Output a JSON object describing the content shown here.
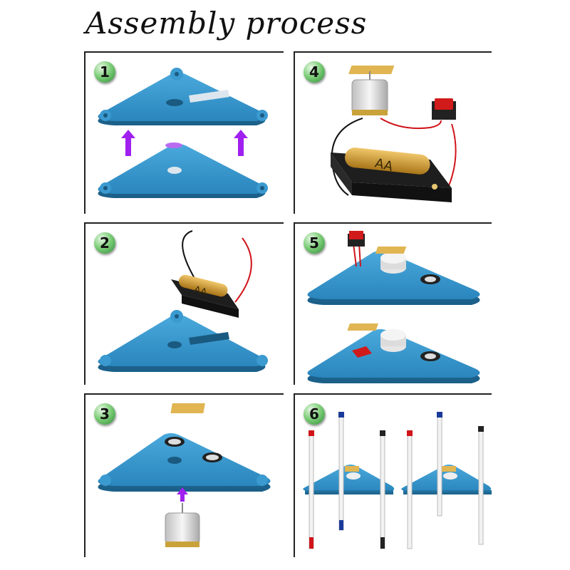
{
  "title": "Assembly process",
  "steps": [
    {
      "number": "1"
    },
    {
      "number": "2"
    },
    {
      "number": "3"
    },
    {
      "number": "4",
      "battery_label": "AA"
    },
    {
      "number": "5"
    },
    {
      "number": "6"
    }
  ],
  "step2": {
    "battery_label": "AA"
  },
  "colors": {
    "base_blue": "#2f8fc4",
    "arrow_purple": "#a020f0",
    "wire_red": "#d0141a",
    "wire_black": "#111111",
    "switch_red": "#d11a1a",
    "pad_yellow": "#e0b552",
    "battery_gold": "#c9962e"
  }
}
